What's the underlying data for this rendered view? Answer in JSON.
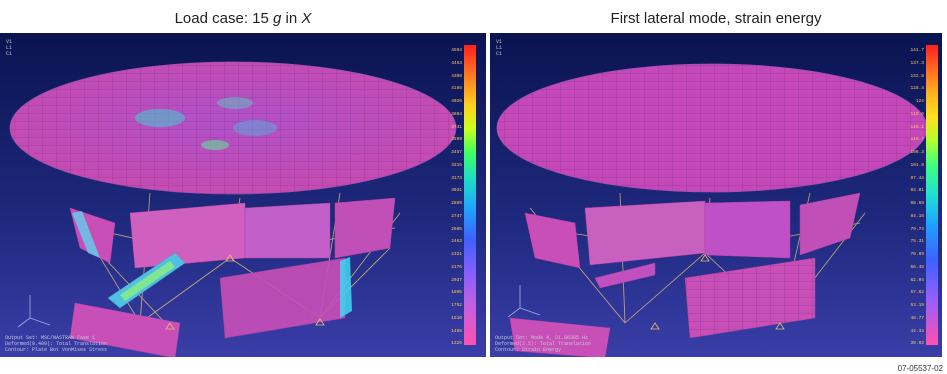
{
  "left_panel": {
    "title_prefix": "Load case: 15 ",
    "title_g": "g",
    "title_mid": " in ",
    "title_x": "X",
    "corner_label": "V1\nL1\nC1",
    "status": "Output Set: MSC/NASTRAN Case 1\nDeformed(0.409): Total Translation\nContour: Plate Bot VonMises Stress",
    "legend_values": [
      "4594",
      "4453",
      "4309",
      "4168",
      "4026",
      "3884",
      "3741",
      "3599",
      "3457",
      "3315",
      "3173",
      "3031",
      "2889",
      "2747",
      "2605",
      "2463",
      "2321",
      "2176",
      "2037",
      "1895",
      "1752",
      "1610",
      "1468",
      "1326"
    ]
  },
  "right_panel": {
    "title": "First lateral mode, strain energy",
    "corner_label": "V1\nL1\nC1",
    "status": "Output Set: Mode 4, 21.96385 Hz\nDeformed(2.5): Total Translation\nContour: Strain Energy",
    "legend_values": [
      "141.7",
      "137.3",
      "132.8",
      "128.4",
      "124",
      "119.6",
      "115.1",
      "110.7",
      "106.3",
      "101.9",
      "97.44",
      "93.01",
      "88.59",
      "84.16",
      "79.74",
      "75.31",
      "70.89",
      "66.46",
      "62.04",
      "57.62",
      "53.19",
      "48.77",
      "44.34",
      "39.92"
    ]
  },
  "figure_id": "07-05537-02",
  "colors": {
    "background_top": "#0d1a5a",
    "background_bottom": "#3a3ea8",
    "surface": "#c845b5",
    "frame_lines": "#e8c070"
  }
}
